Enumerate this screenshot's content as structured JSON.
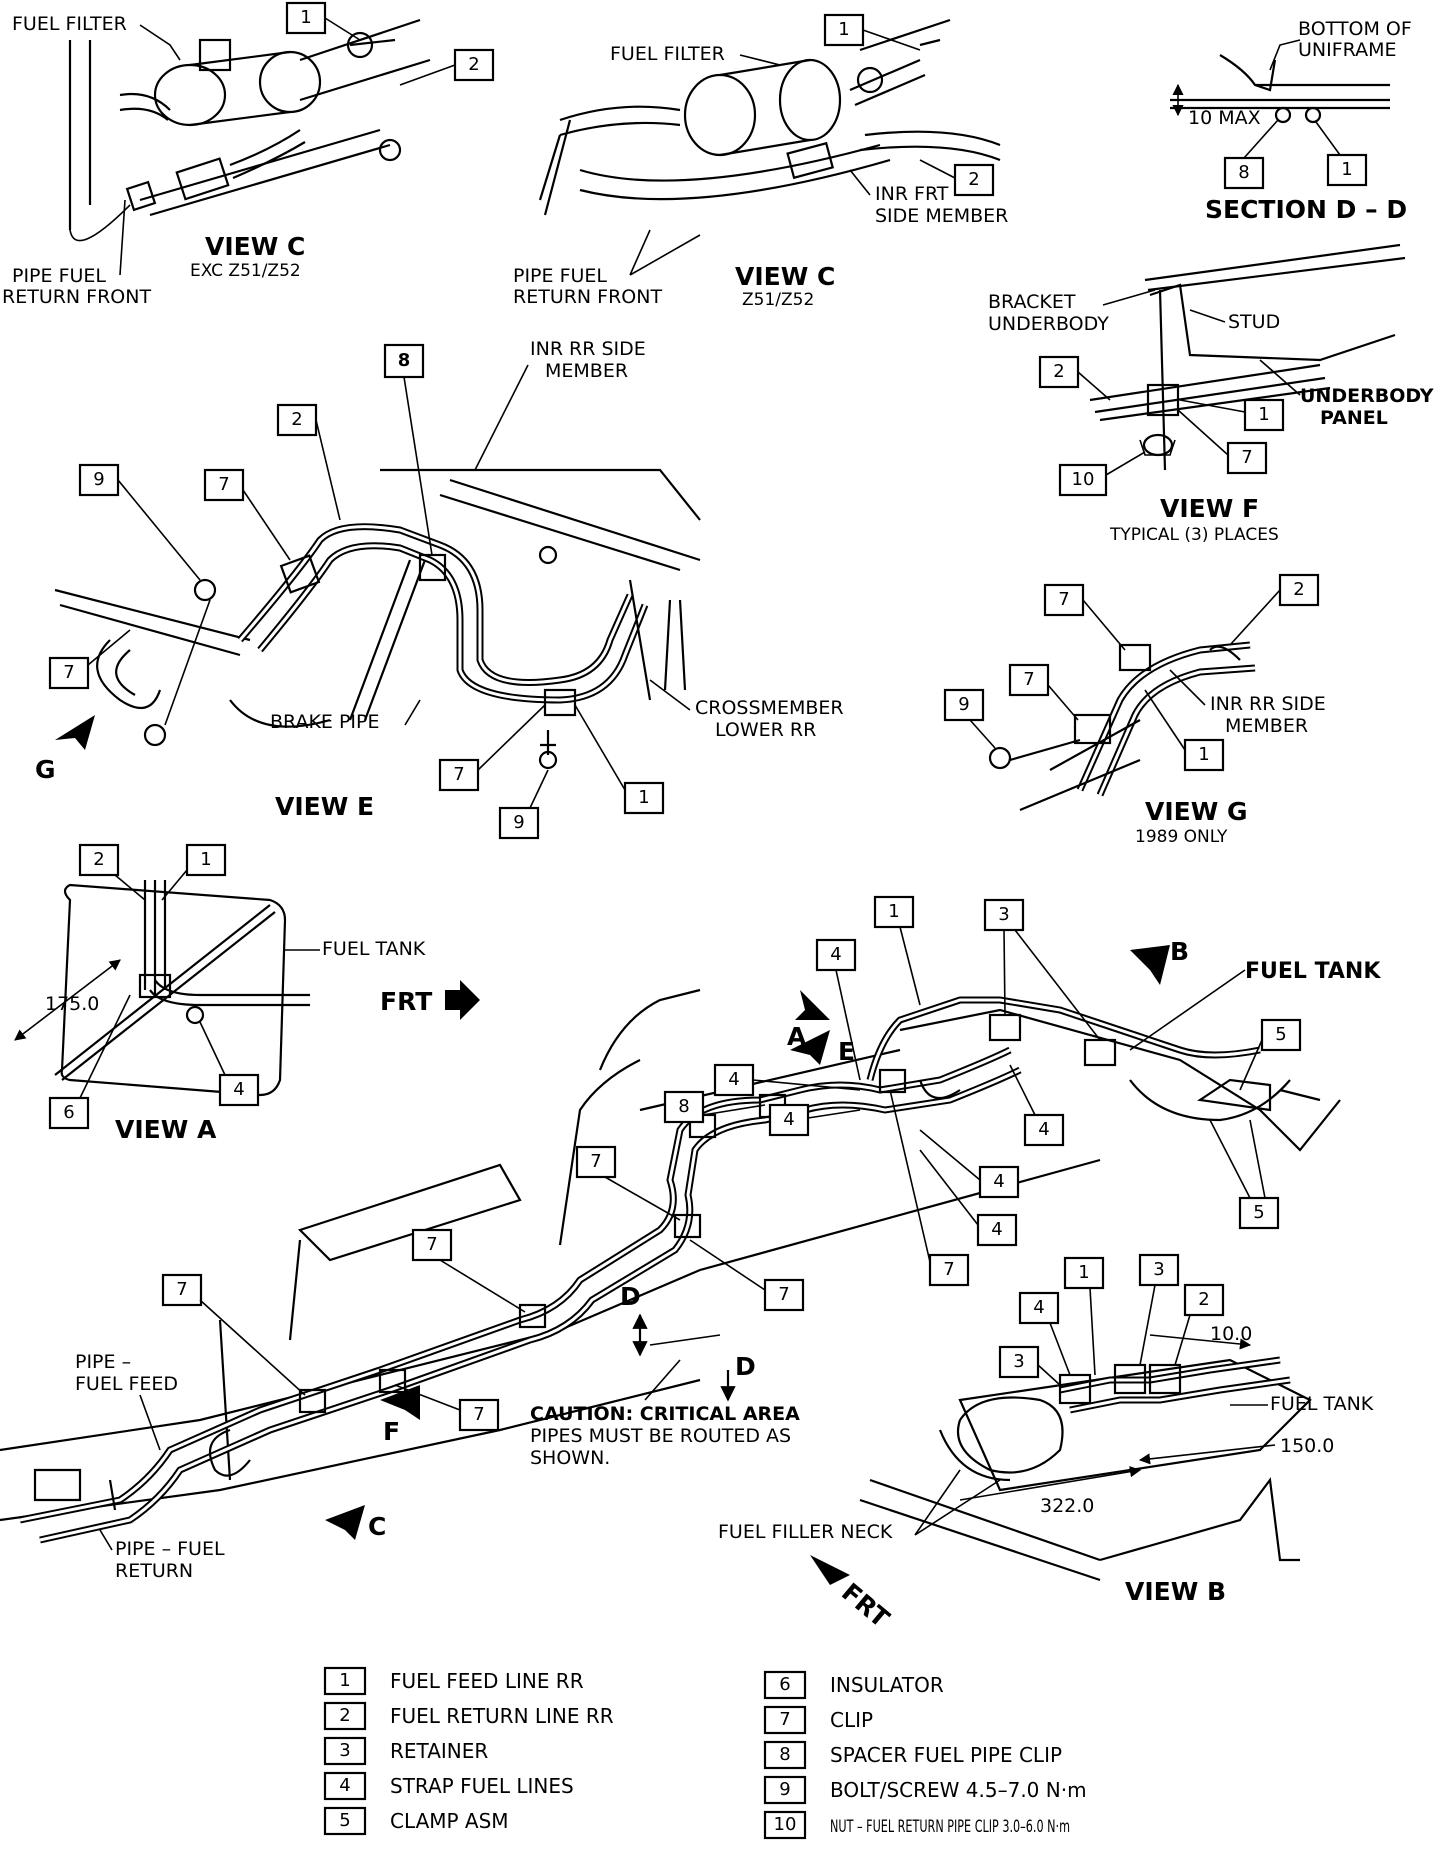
{
  "callout_numbers": [
    "1",
    "2",
    "3",
    "4",
    "5",
    "6",
    "7",
    "8",
    "9",
    "10"
  ],
  "views": {
    "view_c_exc": {
      "title": "VIEW C",
      "subtitle": "EXC Z51/Z52",
      "labels": [
        "FUEL FILTER",
        "PIPE FUEL",
        "RETURN FRONT"
      ]
    },
    "view_c_z": {
      "title": "VIEW C",
      "subtitle": "Z51/Z52",
      "labels": [
        "FUEL FILTER",
        "INR FRT",
        "SIDE MEMBER",
        "PIPE FUEL",
        "RETURN FRONT"
      ]
    },
    "section_dd": {
      "title": "SECTION D – D",
      "labels": [
        "BOTTOM OF",
        "UNIFRAME",
        "10 MAX"
      ]
    },
    "view_f": {
      "title": "VIEW F",
      "subtitle": "TYPICAL (3) PLACES",
      "labels": [
        "BRACKET",
        "UNDERBODY",
        "STUD",
        "UNDERBODY",
        "PANEL"
      ]
    },
    "view_e": {
      "title": "VIEW E",
      "labels": [
        "INR RR SIDE",
        "MEMBER",
        "BRAKE PIPE",
        "CROSSMEMBER",
        "LOWER RR",
        "G"
      ]
    },
    "view_g": {
      "title": "VIEW G",
      "subtitle": "1989 ONLY",
      "labels": [
        "INR RR SIDE",
        "MEMBER"
      ]
    },
    "view_a": {
      "title": "VIEW A",
      "labels": [
        "FUEL TANK",
        "175.0"
      ]
    },
    "main": {
      "labels": [
        "FRT",
        "FUEL TANK",
        "A",
        "B",
        "E",
        "D",
        "D",
        "F",
        "C",
        "PIPE –",
        "FUEL FEED",
        "PIPE – FUEL",
        "RETURN"
      ],
      "caution": [
        "CAUTION: CRITICAL AREA",
        "PIPES MUST BE ROUTED AS",
        "SHOWN."
      ]
    },
    "view_b": {
      "title": "VIEW B",
      "labels": [
        "10.0",
        "FUEL TANK",
        "150.0",
        "322.0",
        "FUEL FILLER NECK",
        "FRT"
      ]
    }
  },
  "legend": [
    {
      "num": "1",
      "text": "FUEL FEED LINE RR"
    },
    {
      "num": "2",
      "text": "FUEL RETURN LINE RR"
    },
    {
      "num": "3",
      "text": "RETAINER"
    },
    {
      "num": "4",
      "text": "STRAP FUEL LINES"
    },
    {
      "num": "5",
      "text": "CLAMP ASM"
    },
    {
      "num": "6",
      "text": "INSULATOR"
    },
    {
      "num": "7",
      "text": "CLIP"
    },
    {
      "num": "8",
      "text": "SPACER FUEL PIPE CLIP"
    },
    {
      "num": "9",
      "text": "BOLT/SCREW 4.5–7.0 N·m"
    },
    {
      "num": "10",
      "text": "NUT – FUEL RETURN PIPE CLIP 3.0–6.0 N·m"
    }
  ]
}
